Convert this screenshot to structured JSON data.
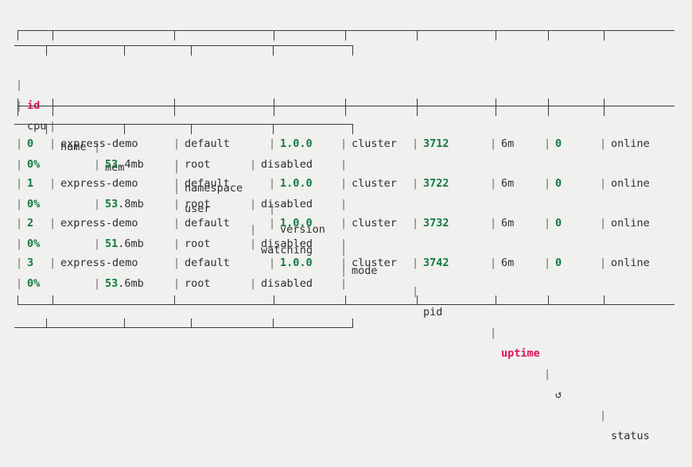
{
  "terminal": {
    "background": "#f0f0ee",
    "foreground": "#2e2e2e",
    "accent_red": "#e0115f",
    "accent_green": "#107a41",
    "rule_color": "#3a3a3a",
    "pipe": "|"
  },
  "table": {
    "header_line1": [
      {
        "label": "id",
        "color": "red"
      },
      {
        "label": "name",
        "color": "dark"
      },
      {
        "label": "namespace",
        "color": "dark"
      },
      {
        "label": "version",
        "color": "dark"
      },
      {
        "label": "mode",
        "color": "dark"
      },
      {
        "label": "pid",
        "color": "dark"
      },
      {
        "label": "uptime",
        "color": "red"
      },
      {
        "label": "↺",
        "color": "dark"
      },
      {
        "label": "status",
        "color": "dark"
      }
    ],
    "header_line2": [
      {
        "label": "cpu",
        "color": "dark"
      },
      {
        "label": "mem",
        "color": "dark"
      },
      {
        "label": "user",
        "color": "dark"
      },
      {
        "label": "watching",
        "color": "dark"
      }
    ],
    "rows": [
      {
        "id": "0",
        "name": "express-demo",
        "namespace": "default",
        "version": "1.0.0",
        "mode": "cluster",
        "pid": "3712",
        "uptime": "6m",
        "restarts": "0",
        "status": "online",
        "cpu": "0%",
        "mem_num": "53",
        "mem_unit": ".4mb",
        "user": "root",
        "watching": "disabled"
      },
      {
        "id": "1",
        "name": "express-demo",
        "namespace": "default",
        "version": "1.0.0",
        "mode": "cluster",
        "pid": "3722",
        "uptime": "6m",
        "restarts": "0",
        "status": "online",
        "cpu": "0%",
        "mem_num": "53",
        "mem_unit": ".8mb",
        "user": "root",
        "watching": "disabled"
      },
      {
        "id": "2",
        "name": "express-demo",
        "namespace": "default",
        "version": "1.0.0",
        "mode": "cluster",
        "pid": "3732",
        "uptime": "6m",
        "restarts": "0",
        "status": "online",
        "cpu": "0%",
        "mem_num": "51",
        "mem_unit": ".6mb",
        "user": "root",
        "watching": "disabled"
      },
      {
        "id": "3",
        "name": "express-demo",
        "namespace": "default",
        "version": "1.0.0",
        "mode": "cluster",
        "pid": "3742",
        "uptime": "6m",
        "restarts": "0",
        "status": "online",
        "cpu": "0%",
        "mem_num": "53",
        "mem_unit": ".6mb",
        "user": "root",
        "watching": "disabled"
      }
    ]
  }
}
